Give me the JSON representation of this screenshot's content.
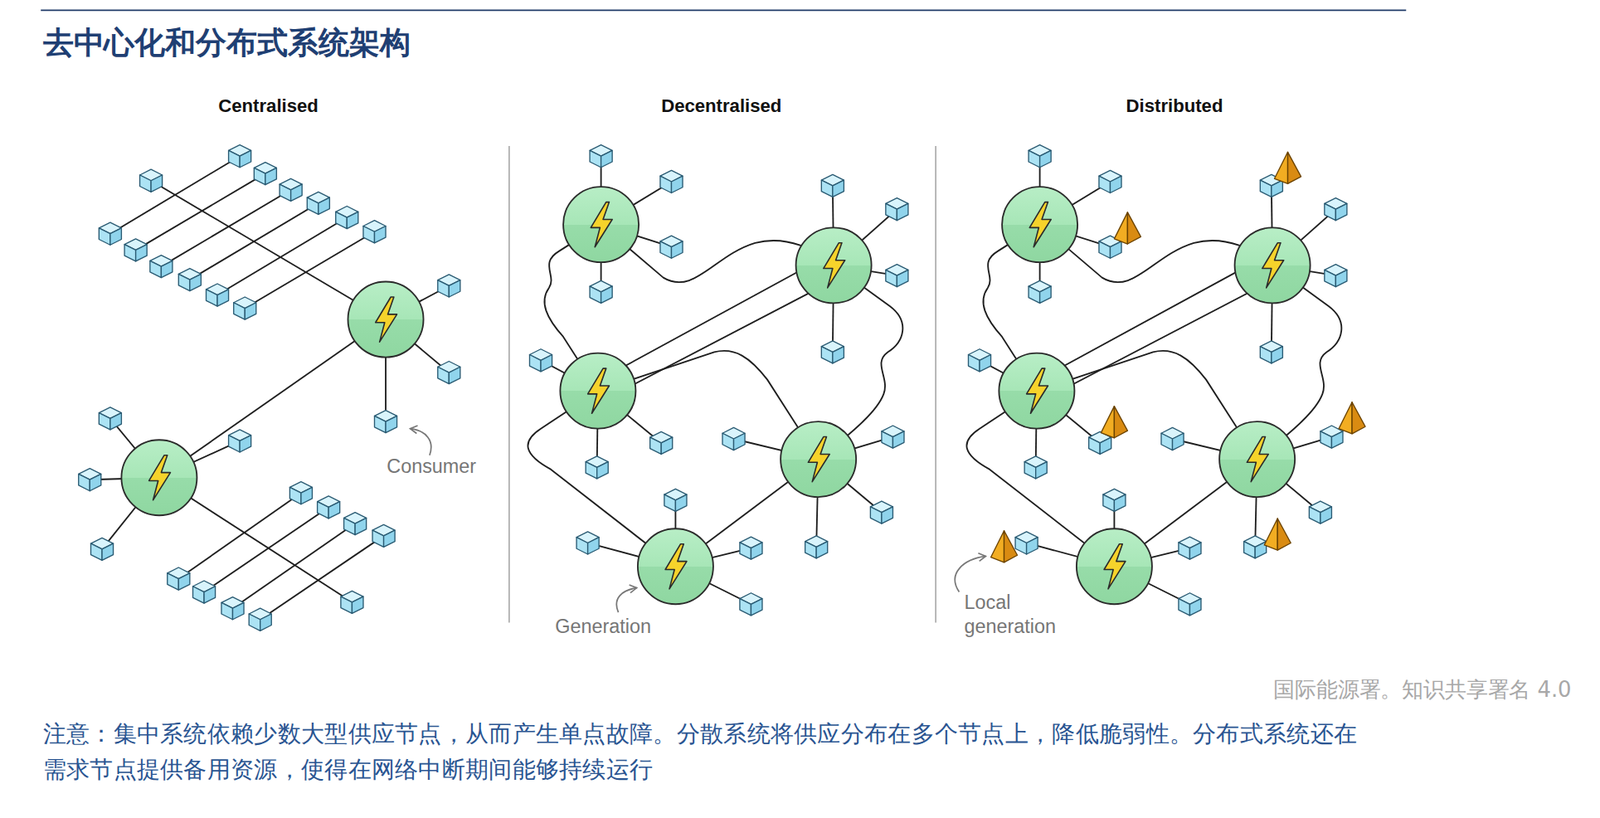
{
  "diagram": {
    "title": "去中心化和分布式系统架构",
    "caption": "注意：集中系统依赖少数大型供应节点，从而产生单点故障。分散系统将供应分布在多个节点上，降低脆弱性。分布式系统还在需求节点提供备用资源，使得在网络中断期间能够持续运行",
    "labels": [
      "Centralised",
      "Decentralised",
      "Distributed",
      "Consumer",
      "Generation",
      "Local generation",
      "国际能源署。知识共享署名 4.0"
    ]
  }
}
